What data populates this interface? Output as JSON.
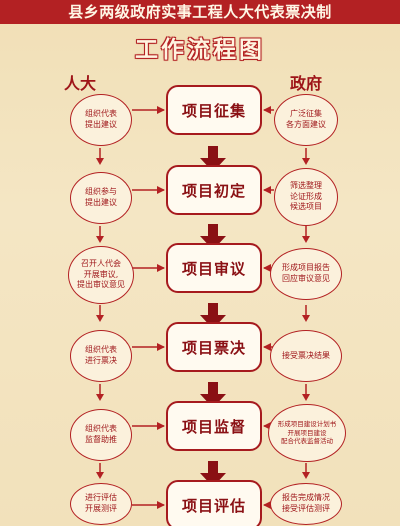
{
  "title": "县乡两级政府实事工程人大代表票决制",
  "subtitle": "工作流程图",
  "columns": {
    "left": "人大",
    "right": "政府"
  },
  "steps": [
    "项目征集",
    "项目初定",
    "项目审议",
    "项目票决",
    "项目监督",
    "项目评估"
  ],
  "left_ovals": [
    "组织代表\n提出建议",
    "组织参与\n提出建议",
    "召开人代会\n开展审议,\n提出审议意见",
    "组织代表\n进行票决",
    "组织代表\n监督助推",
    "进行评估\n开展测评"
  ],
  "right_ovals": [
    "广泛征集\n各方面建议",
    "筛选整理\n论证形成\n候选项目",
    "形成项目报告\n回应审议意见",
    "接受票决结果",
    "形成项目建设计划书\n开展项目建设\n配合代表监督活动",
    "报告完成情况\n接受评估测评"
  ],
  "colors": {
    "red": "#b32123",
    "dark_red": "#8a1014",
    "background": "#f2e1bb"
  }
}
